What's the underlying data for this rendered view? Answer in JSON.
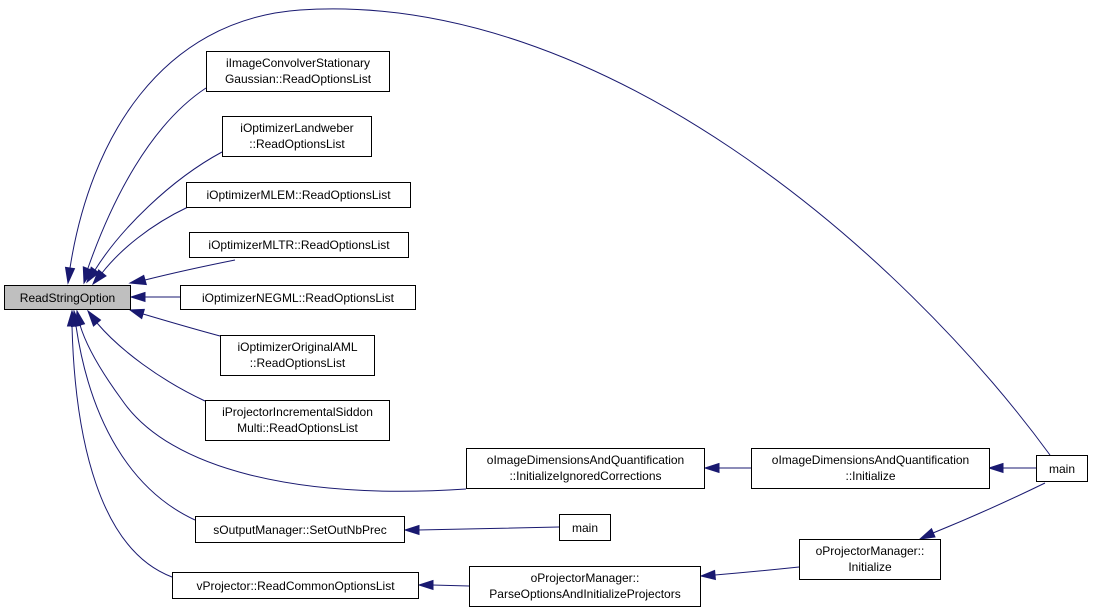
{
  "colors": {
    "edge": "#191970",
    "root_fill": "#bfbfbf",
    "node_fill": "#ffffff",
    "node_border": "#000000"
  },
  "nodes": {
    "root": [
      "ReadStringOption"
    ],
    "convolver": [
      "iImageConvolverStationary",
      "Gaussian::ReadOptionsList"
    ],
    "landweber": [
      "iOptimizerLandweber",
      "::ReadOptionsList"
    ],
    "mlem": [
      "iOptimizerMLEM::ReadOptionsList"
    ],
    "mltr": [
      "iOptimizerMLTR::ReadOptionsList"
    ],
    "negml": [
      "iOptimizerNEGML::ReadOptionsList"
    ],
    "aml": [
      "iOptimizerOriginalAML",
      "::ReadOptionsList"
    ],
    "siddon": [
      "iProjectorIncrementalSiddon",
      "Multi::ReadOptionsList"
    ],
    "ignored": [
      "oImageDimensionsAndQuantification",
      "::InitializeIgnoredCorrections"
    ],
    "initialize_idq": [
      "oImageDimensionsAndQuantification",
      "::Initialize"
    ],
    "main_right": [
      "main"
    ],
    "setoutnbprec": [
      "sOutputManager::SetOutNbPrec"
    ],
    "main_mid": [
      "main"
    ],
    "common_options": [
      "vProjector::ReadCommonOptionsList"
    ],
    "parse_projectors": [
      "oProjectorManager::",
      "ParseOptionsAndInitializeProjectors"
    ],
    "projector_init": [
      "oProjectorManager::",
      "Initialize"
    ]
  },
  "edges": [
    {
      "from": "convolver",
      "to": "root"
    },
    {
      "from": "landweber",
      "to": "root"
    },
    {
      "from": "mlem",
      "to": "root"
    },
    {
      "from": "mltr",
      "to": "root"
    },
    {
      "from": "negml",
      "to": "root"
    },
    {
      "from": "aml",
      "to": "root"
    },
    {
      "from": "siddon",
      "to": "root"
    },
    {
      "from": "ignored",
      "to": "root"
    },
    {
      "from": "setoutnbprec",
      "to": "root"
    },
    {
      "from": "common_options",
      "to": "root"
    },
    {
      "from": "main_right",
      "to": "root"
    },
    {
      "from": "initialize_idq",
      "to": "ignored"
    },
    {
      "from": "main_right",
      "to": "initialize_idq"
    },
    {
      "from": "main_mid",
      "to": "setoutnbprec"
    },
    {
      "from": "parse_projectors",
      "to": "common_options"
    },
    {
      "from": "projector_init",
      "to": "parse_projectors"
    },
    {
      "from": "main_right",
      "to": "projector_init"
    }
  ]
}
